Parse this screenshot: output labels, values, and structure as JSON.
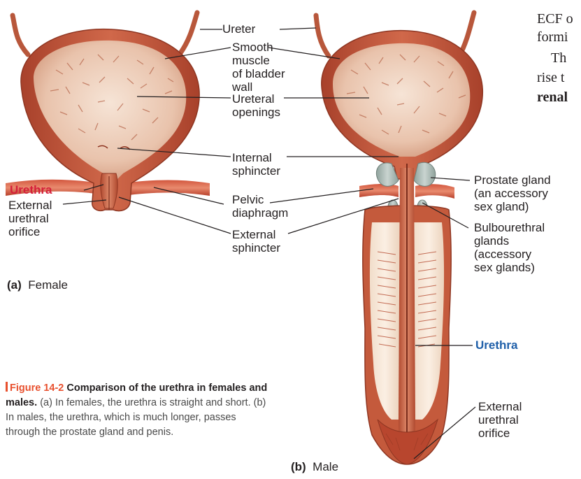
{
  "labels": {
    "ureter": "Ureter",
    "smooth_muscle": [
      "Smooth",
      "muscle",
      "of bladder",
      "wall"
    ],
    "ureteral_openings": [
      "Ureteral",
      "openings"
    ],
    "internal_sphincter": [
      "Internal",
      "sphincter"
    ],
    "pelvic_diaphragm": [
      "Pelvic",
      "diaphragm"
    ],
    "external_sphincter": [
      "External",
      "sphincter"
    ],
    "urethra_female": "Urethra",
    "external_orifice_female": [
      "External",
      "urethral",
      "orifice"
    ],
    "prostate": [
      "Prostate gland",
      "(an accessory",
      "sex gland)"
    ],
    "bulbourethral": [
      "Bulbourethral",
      "glands",
      "(accessory",
      "sex glands)"
    ],
    "urethra_male": "Urethra",
    "external_orifice_male": [
      "External",
      "urethral",
      "orifice"
    ]
  },
  "parts": {
    "a": {
      "letter": "(a)",
      "name": "Female"
    },
    "b": {
      "letter": "(b)",
      "name": "Male"
    }
  },
  "caption": {
    "figure": "Figure 14-2",
    "title": "Comparison of the urethra in females and males.",
    "body": "(a) In females, the urethra is straight and short. (b) In males, the urethra, which is much longer, passes through the prostate gland and penis."
  },
  "book_text": {
    "line1": "ECF o",
    "line2": "formi",
    "line3": "Th",
    "line4": "rise t",
    "line5": "renal"
  },
  "colors": {
    "muscle": "#c8553a",
    "interior": "#f3dccc",
    "gland": "#a8b8b4",
    "female_urethra_label": "#d5203a",
    "male_urethra_label": "#1f5fa9",
    "figure_number": "#e8502e"
  }
}
